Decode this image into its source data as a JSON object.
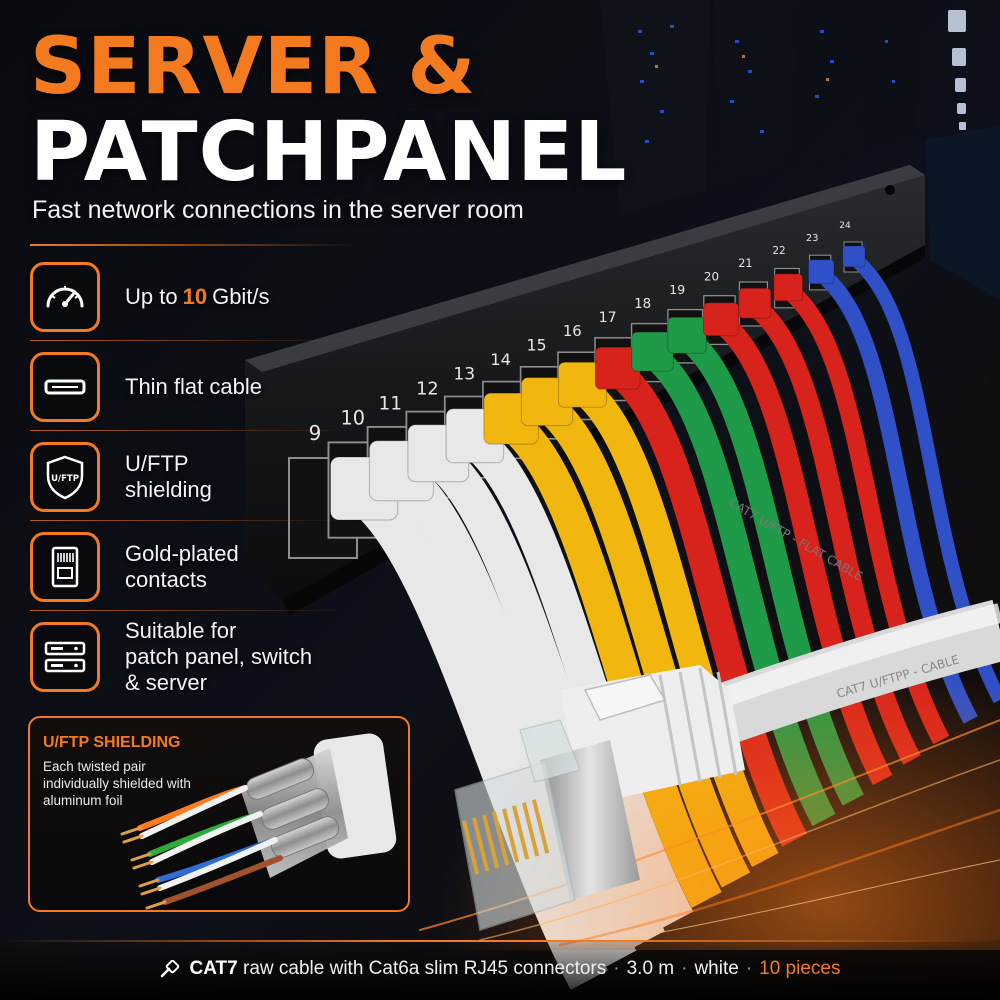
{
  "hero": {
    "title_line1": "SERVER &",
    "title_line2": "PATCHPANEL",
    "subtitle": "Fast network connections in the server room"
  },
  "features": [
    {
      "icon": "speedometer-icon",
      "prefix": "Up to",
      "highlight": "10",
      "suffix": "Gbit/s"
    },
    {
      "icon": "flat-cable-icon",
      "label": "Thin flat cable"
    },
    {
      "icon": "shield-icon",
      "icon_text": "U/FTP",
      "label": "U/FTP\nshielding"
    },
    {
      "icon": "rj45-contacts-icon",
      "label": "Gold-plated\ncontacts"
    },
    {
      "icon": "switch-server-icon",
      "label": "Suitable for\npatch panel, switch\n& server"
    }
  ],
  "shielding": {
    "title": "U/FTP SHIELDING",
    "description": "Each twisted pair individually shielded with aluminum foil"
  },
  "panel": {
    "port_numbers": [
      "9",
      "10",
      "11",
      "12",
      "13",
      "14",
      "15",
      "16",
      "17",
      "18",
      "19",
      "20",
      "21",
      "22",
      "23",
      "24"
    ]
  },
  "cable_prints": {
    "print_1": "CAT7  U/FTP  -  FLAT CABLE",
    "print_2": "CAT7 U/FTPP - CABLE"
  },
  "footer": {
    "icon": "cable-icon",
    "highlight": "CAT7",
    "text": "raw cable with Cat6a slim RJ45 connectors",
    "length": "3.0 m",
    "color": "white",
    "pieces": "10 pieces"
  },
  "colors": {
    "accent": "#f47a1f",
    "cable_white": "#e8e8e8",
    "cable_yellow": "#f2b70f",
    "cable_red": "#d8231c",
    "cable_green": "#1f9a48",
    "cable_blue": "#3050c8"
  }
}
